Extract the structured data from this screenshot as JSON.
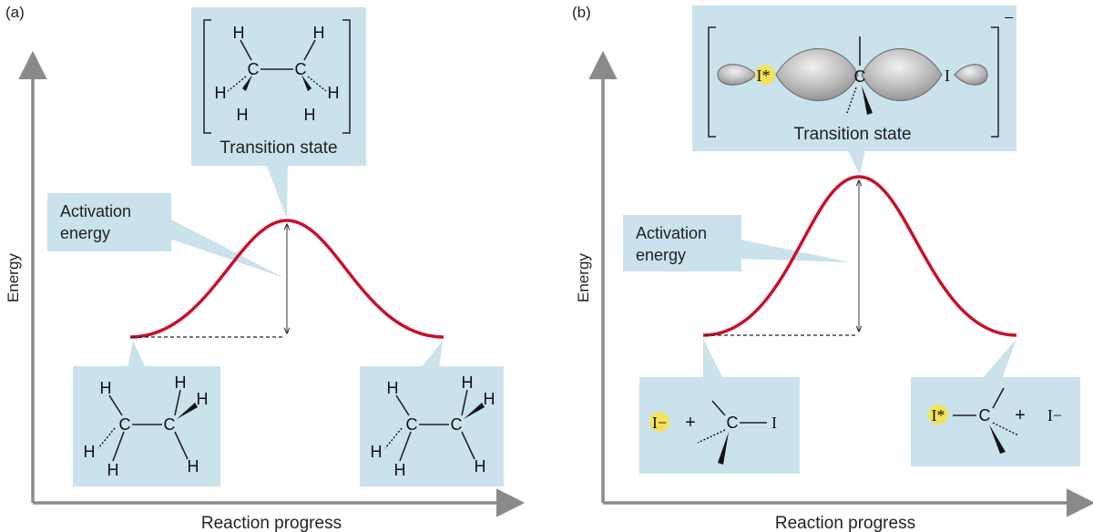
{
  "panels": [
    {
      "id": "a",
      "panel_label": "(a)",
      "y_axis_label": "Energy",
      "x_axis_label": "Reaction progress",
      "activation_label": "Activation energy",
      "activation_lines": [
        "Activation",
        "energy"
      ],
      "transition_label": "Transition state",
      "atoms": {
        "carbon": "C",
        "hydrogen": "H"
      }
    },
    {
      "id": "b",
      "panel_label": "(b)",
      "y_axis_label": "Energy",
      "x_axis_label": "Reaction progress",
      "activation_label": "Activation energy",
      "activation_lines": [
        "Activation",
        "energy"
      ],
      "transition_label": "Transition state",
      "transition_charge": "−",
      "atoms": {
        "carbon": "C",
        "iodine": "I",
        "labeled_iodine": "I*",
        "iodide": "I−",
        "plus": "+"
      }
    }
  ],
  "colors": {
    "curve": "#c8102e",
    "callout": "#c9e2ec",
    "axis": "#8a8a8a",
    "highlight": "#f4e35a"
  }
}
